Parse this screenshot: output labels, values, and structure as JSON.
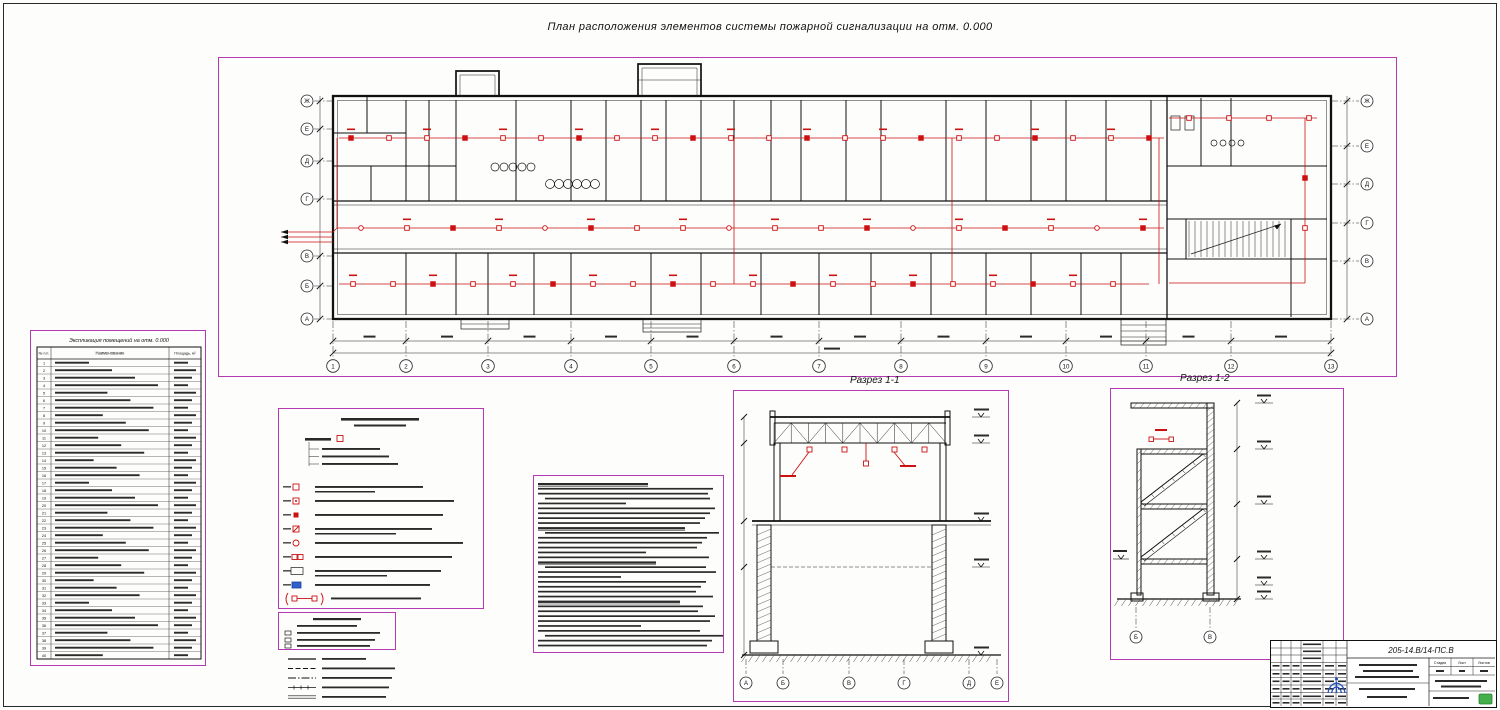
{
  "sheet": {
    "title": "План расположения элементов системы пожарной сигнализации на отм. 0.000"
  },
  "plan": {
    "axis_numbers": [
      "1",
      "2",
      "3",
      "4",
      "5",
      "6",
      "7",
      "8",
      "9",
      "10",
      "11",
      "12",
      "13"
    ],
    "axis_letters_left": [
      "Ж",
      "Е",
      "Д",
      "Г",
      "В",
      "Б",
      "А"
    ],
    "axis_letters_right": [
      "Ж",
      "Е",
      "Д",
      "Г",
      "В",
      "А"
    ]
  },
  "sections": {
    "s1": {
      "label": "Разрез 1-1",
      "axes": [
        "А",
        "Б",
        "В",
        "Г",
        "Д",
        "Е"
      ]
    },
    "s2": {
      "label": "Разрез 1-2",
      "axes": [
        "Б",
        "В"
      ]
    }
  },
  "room_table": {
    "title": "Экспликация помещений на отм. 0.000",
    "columns": [
      "№ п.п.",
      "Наименование",
      "Площадь, м²"
    ],
    "row_count": 40
  },
  "legend": {
    "row_count": 8
  },
  "notes": {
    "line_count": 34
  },
  "stamp": {
    "code": "205-14.В/14-ПС.В",
    "stage_label": "Стадия",
    "sheet_label": "Лист",
    "sheets_label": "Листов"
  },
  "colors": {
    "frame": "#b43ab4",
    "alarm": "#cc1111",
    "accent_blue": "#2050c0",
    "badge_green": "#44b04c"
  }
}
